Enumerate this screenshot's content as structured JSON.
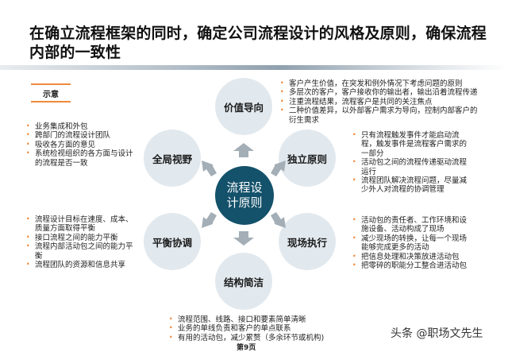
{
  "title": "在确立流程框架的同时，确定公司流程设计的风格及原则，确保流程内部的一致性",
  "legend_label": "示意",
  "center": {
    "line1": "流程设",
    "line2": "计原则"
  },
  "principles": {
    "value": "价值导向",
    "independent": "独立原则",
    "onsite": "现场执行",
    "simple": "结构简洁",
    "balance": "平衡协调",
    "global": "全局视野"
  },
  "bullets": {
    "value": [
      "客户产生价值，在突发和例外情况下考虑问题的原则",
      "多层次的客户，客户接收你的输出者，输出沿着流程传递",
      "注重流程结果，流程客户是共同的关注焦点",
      "二种价值差异，以外部客户需求为导向，控制内部客户的衍生需求"
    ],
    "independent": [
      "只有流程触发事件才能启动流程，触发事件是流程客户需求的一部分",
      "活动包之间的流程传递驱动流程运行",
      "流程团队解决流程问题，尽量减少外人对流程的协调管理"
    ],
    "onsite": [
      "活动包的责任者、工作环境和设施设备、活动构成了现场",
      "减少现场的转换，让每一个现场能够完成更多的活动",
      "把信息处理和决策放进活动包",
      "把零碎的职能分工整合进活动包"
    ],
    "simple": [
      "流程范围、线路、接口和要素简单清晰",
      "业务的单线负责和客户的单点联系",
      "有用的活动包，减少累赘（多余环节或机构)"
    ],
    "balance": [
      "流程设计目标在速度、成本、质量方面取得平衡",
      "接口流程之间的能力平衡",
      "流程内部活动包之间的能力平衡",
      "流程团队的资源和信息共享"
    ],
    "global": [
      "业务集成和外包",
      "跨部门的流程设计团队",
      "吸收各方面的意见",
      "系统检视组织的各方面与设计的流程是否一致"
    ]
  },
  "page_number": "第9页",
  "watermark": "头条 @职场文先生",
  "colors": {
    "accent": "#f08a3c",
    "center": "#14516a",
    "circle": "#e2e9ee",
    "arrow": "#a3aeb6"
  }
}
